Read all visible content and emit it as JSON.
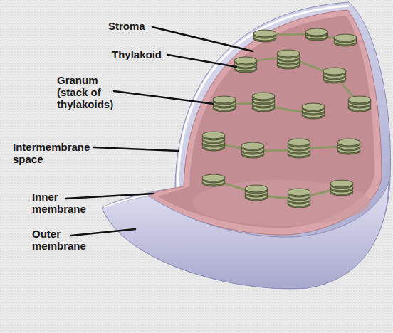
{
  "diagram": {
    "labels": [
      "Stroma",
      "Thylakoid",
      "Granum (stack of thylakoids)",
      "Intermembrane space",
      "Inner membrane",
      "Outer membrane"
    ]
  }
}
